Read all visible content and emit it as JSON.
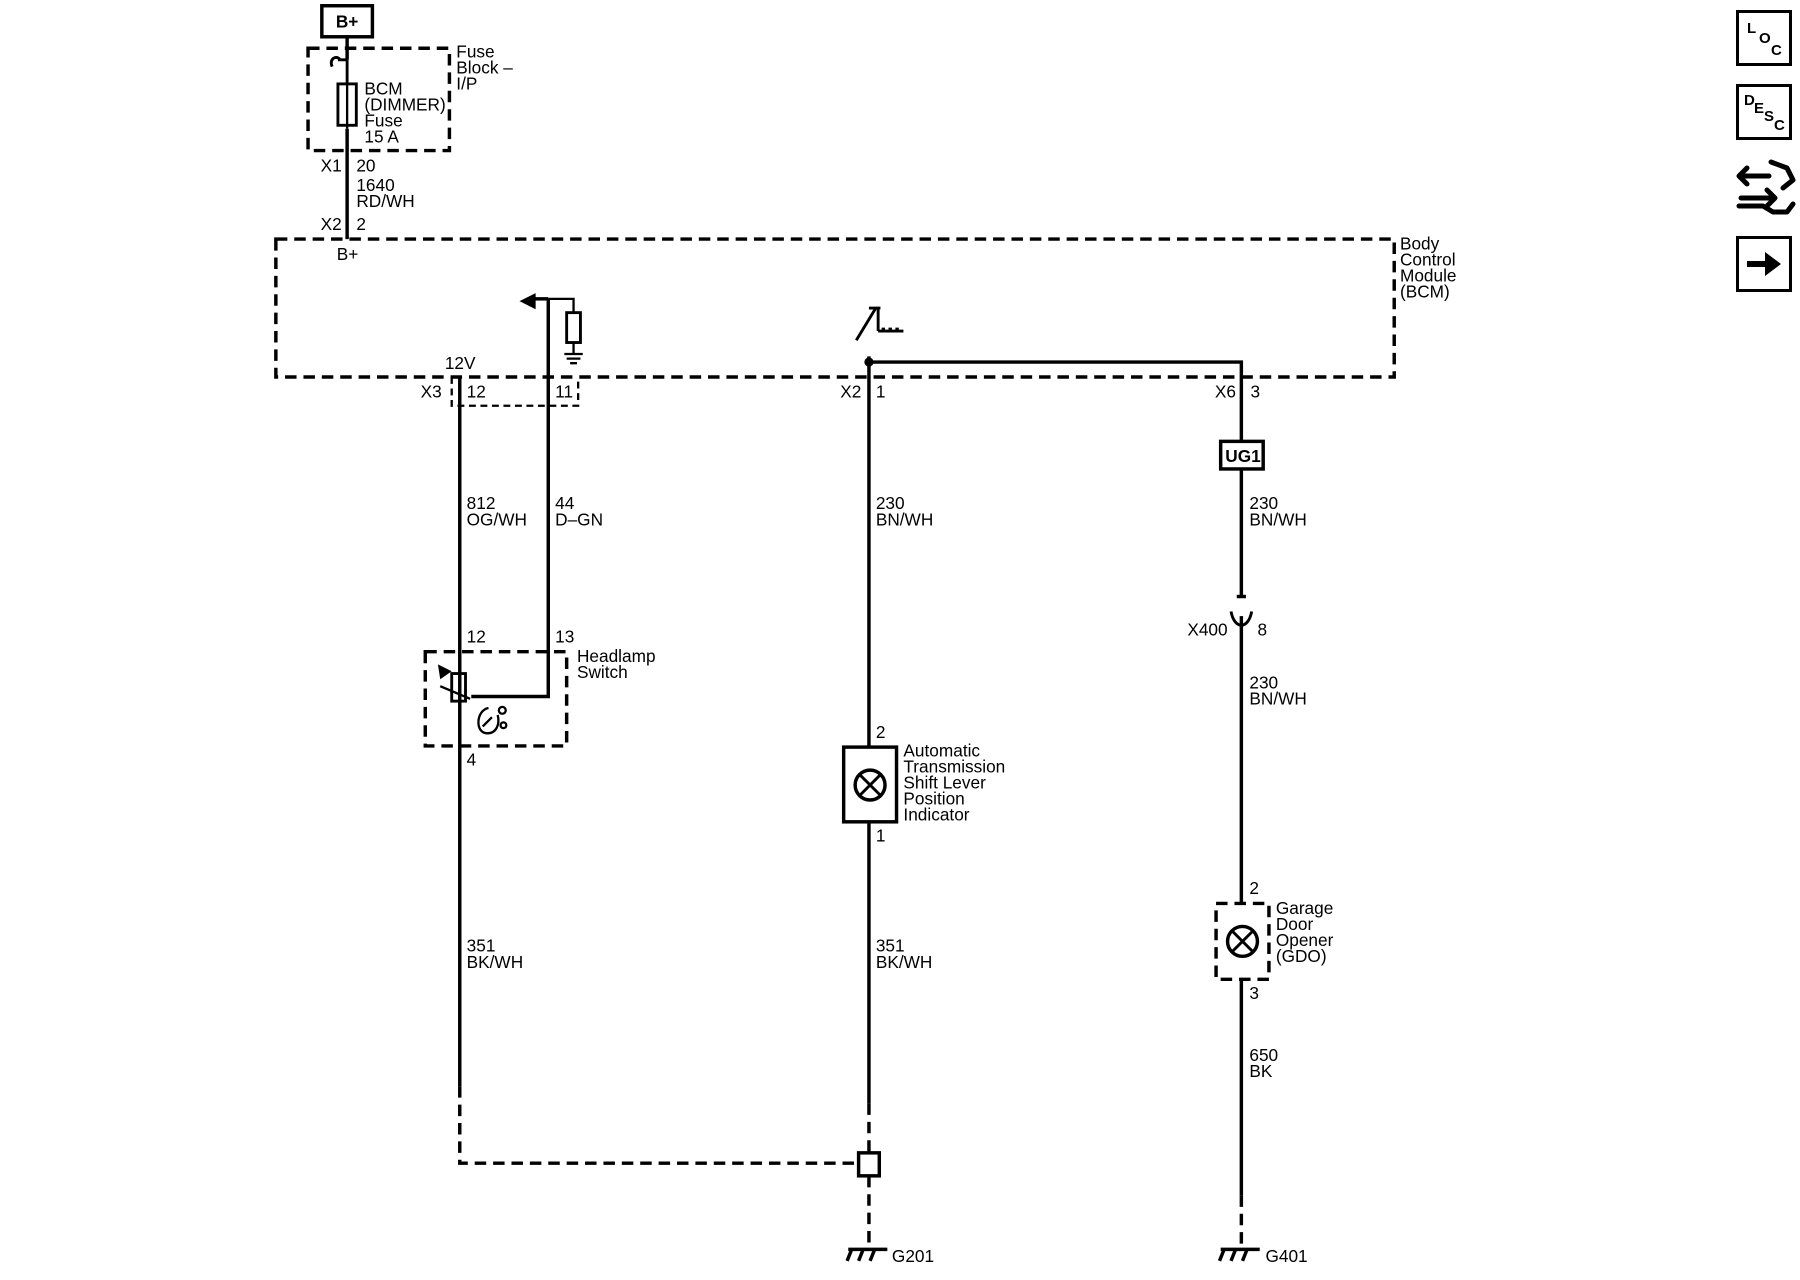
{
  "supply": {
    "source_label": "B+",
    "fuse_block_label": [
      "Fuse",
      "Block –",
      "I/P"
    ],
    "fuse_label": [
      "BCM",
      "(DIMMER)",
      "Fuse",
      "15 A"
    ],
    "connector_x1": "X1",
    "connector_x1_pin": "20",
    "wire_circuit": "1640",
    "wire_color": "RD/WH",
    "connector_x2": "X2",
    "connector_x2_pin": "2",
    "bcm_pin_label": "B+"
  },
  "bcm": {
    "label": [
      "Body",
      "Control",
      "Module",
      "(BCM)"
    ],
    "voltage_label": "12V",
    "connector_x3": "X3",
    "pin_12": "12",
    "pin_11": "11",
    "connector_x2": "X2",
    "pin_1": "1",
    "connector_x6": "X6",
    "pin_3": "3"
  },
  "wires": [
    {
      "id": "w812",
      "circuit": "812",
      "color": "OG/WH"
    },
    {
      "id": "w44",
      "circuit": "44",
      "color": "D–GN"
    },
    {
      "id": "w230a",
      "circuit": "230",
      "color": "BN/WH"
    },
    {
      "id": "w230b",
      "circuit": "230",
      "color": "BN/WH"
    },
    {
      "id": "w230c",
      "circuit": "230",
      "color": "BN/WH"
    },
    {
      "id": "w351a",
      "circuit": "351",
      "color": "BK/WH"
    },
    {
      "id": "w351b",
      "circuit": "351",
      "color": "BK/WH"
    },
    {
      "id": "w650",
      "circuit": "650",
      "color": "BK"
    }
  ],
  "headlamp_switch": {
    "label": [
      "Headlamp",
      "Switch"
    ],
    "pin_12": "12",
    "pin_13": "13",
    "pin_4": "4"
  },
  "shift_indicator": {
    "label": [
      "Automatic",
      "Transmission",
      "Shift Lever",
      "Position",
      "Indicator"
    ],
    "pin_2": "2",
    "pin_1": "1"
  },
  "gdo": {
    "label": [
      "Garage",
      "Door",
      "Opener",
      "(GDO)"
    ],
    "pin_2": "2",
    "pin_3": "3"
  },
  "inline": {
    "ug1_label": "UG1",
    "connector_x400": "X400",
    "connector_x400_pin": "8"
  },
  "grounds": {
    "g201": "G201",
    "g401": "G401"
  },
  "nav": {
    "loc": {
      "l": "L",
      "o": "O",
      "c": "C"
    },
    "desc": {
      "d": "D",
      "e": "E",
      "s": "S",
      "c": "C"
    }
  },
  "icons": [
    "location-icon",
    "description-icon",
    "connector-views-icon",
    "next-icon"
  ]
}
